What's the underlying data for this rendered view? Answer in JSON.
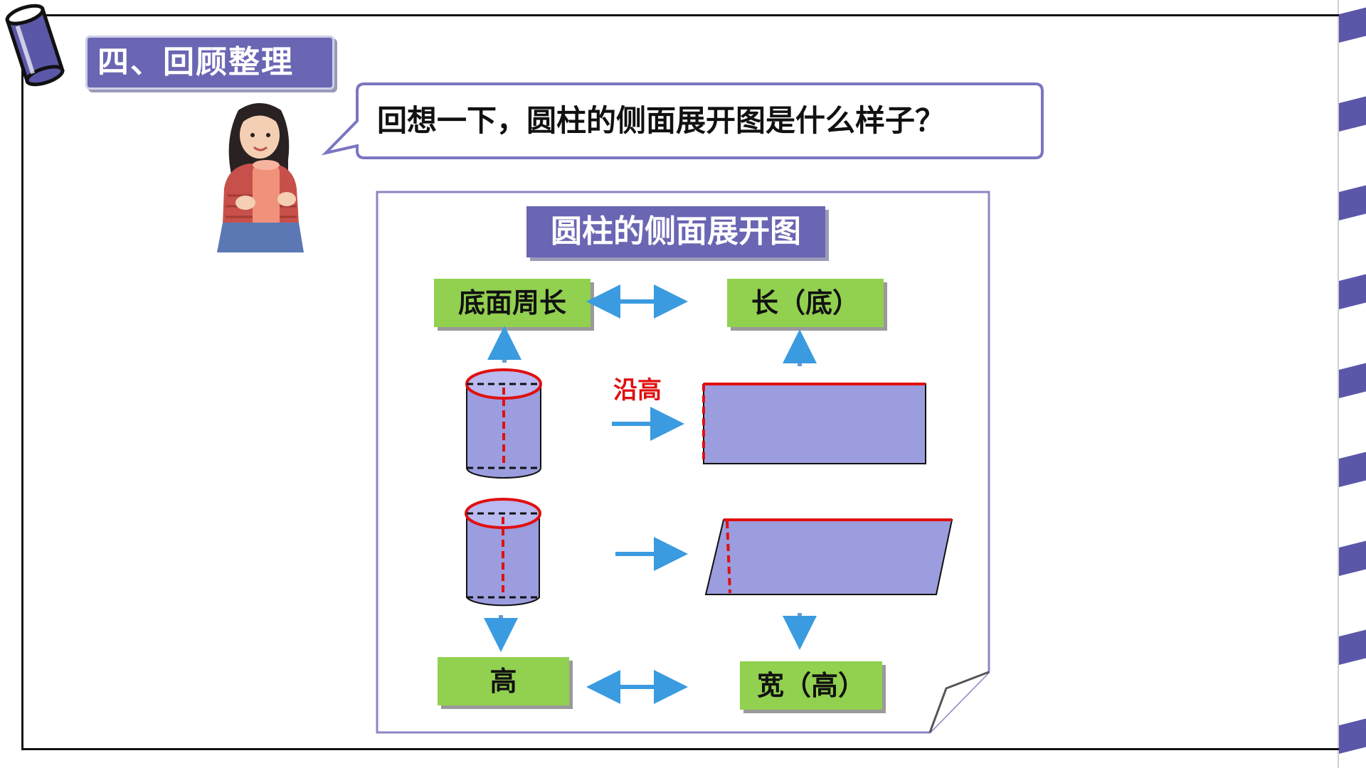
{
  "section_tab": {
    "label": "四、回顾整理"
  },
  "speech_bubble": {
    "text": "回想一下，圆柱的侧面展开图是什么样子？"
  },
  "panel": {
    "title": "圆柱的侧面展开图",
    "boxes": {
      "base_circumference": "底面周长",
      "length": "长（底）",
      "height": "高",
      "width": "宽（高）"
    },
    "cut_label": "沿高"
  },
  "colors": {
    "accent_purple": "#6a66b3",
    "label_green": "#92d050",
    "shape_fill": "#9b9ddf",
    "cut_red": "#e01010",
    "arrow_blue": "#3a9be0"
  },
  "icons": [
    "cylinder-can-icon",
    "girl-illustration",
    "double-arrow-icon",
    "up-arrow-icon",
    "down-arrow-icon",
    "right-arrow-icon"
  ]
}
